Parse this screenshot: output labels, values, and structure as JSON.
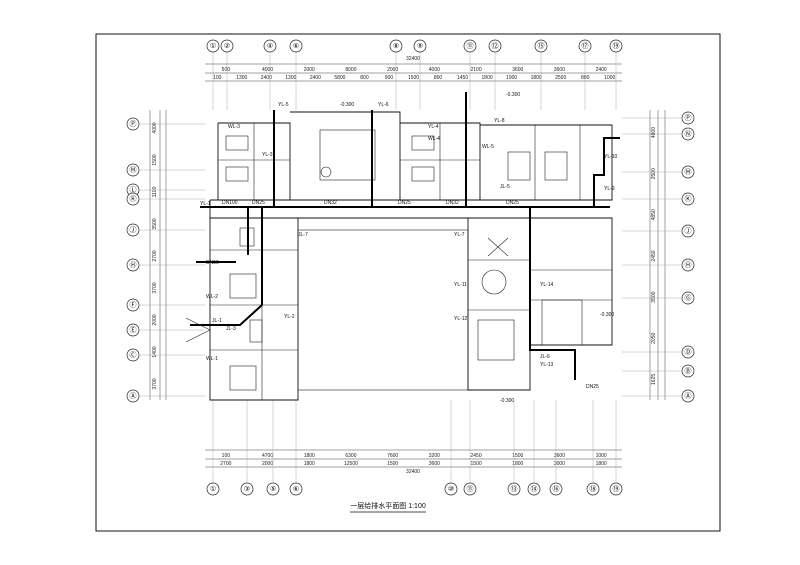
{
  "drawing": {
    "title": "一层给排水平面图 1:100",
    "total_dim": "32400",
    "top_axes": [
      "①",
      "②",
      "④",
      "⑥",
      "⑧",
      "⑨",
      "⑪",
      "⑫",
      "⑮",
      "⑰",
      "⑲"
    ],
    "bottom_axes": [
      "①",
      "③",
      "⑤",
      "⑥",
      "⑩",
      "⑪",
      "⑬",
      "⑭",
      "⑯",
      "⑱",
      "⑲"
    ],
    "left_axes": [
      "Ⓟ",
      "Ⓜ",
      "Ⓛ",
      "Ⓚ",
      "Ⓙ",
      "Ⓗ",
      "Ⓕ",
      "Ⓔ",
      "Ⓒ",
      "Ⓐ"
    ],
    "right_axes": [
      "Ⓟ",
      "Ⓝ",
      "Ⓜ",
      "Ⓚ",
      "Ⓙ",
      "Ⓗ",
      "Ⓖ",
      "Ⓓ",
      "Ⓑ",
      "Ⓐ"
    ],
    "top_dims_row1": [
      "500",
      "4000",
      "2000",
      "8000",
      "2000",
      "4000",
      "2100",
      "3600",
      "3600",
      "2400"
    ],
    "top_dims_row2": [
      "100",
      "1300",
      "2400",
      "1300",
      "2400",
      "5800",
      "800",
      "900",
      "1500",
      "800",
      "1450",
      "1800",
      "1900",
      "1800",
      "2500",
      "800",
      "1000"
    ],
    "bottom_dims_row1": [
      "100",
      "4700",
      "1800",
      "6300",
      "7600",
      "3200",
      "2450",
      "1500",
      "3600",
      "1000"
    ],
    "bottom_dims_row2": [
      "2700",
      "2000",
      "1800",
      "12500",
      "1500",
      "3600",
      "1500",
      "1800",
      "3000",
      "1800"
    ],
    "left_dims": [
      "4000",
      "1500",
      "1100",
      "3500",
      "2700",
      "3700",
      "2000",
      "1400",
      "3700"
    ],
    "right_dims": [
      "4800",
      "2500",
      "4850",
      "2450",
      "3500",
      "2050",
      "1625"
    ],
    "pipe_labels": [
      "YL-5",
      "YL-6",
      "YL-4",
      "YL-3",
      "YL-8",
      "YL-7",
      "YL-10",
      "YL-9",
      "YL-1",
      "YL-11",
      "YL-14",
      "YL-12",
      "YL-13",
      "YL-2",
      "WL-3",
      "WL-4",
      "WL-5",
      "WL-2",
      "WL-1",
      "JL-6",
      "JL-1",
      "JL-3",
      "JL-5",
      "JL-7"
    ],
    "elevations": [
      "-0.300",
      "-0.300",
      "-0.300",
      "-0.300"
    ],
    "dn_labels": [
      "DN100",
      "DN25",
      "DN32",
      "DN25",
      "DN32",
      "DN25",
      "DN50",
      "DN25"
    ]
  }
}
